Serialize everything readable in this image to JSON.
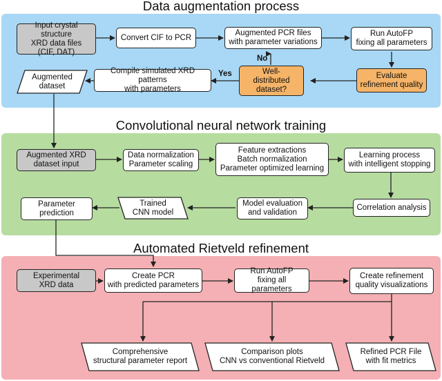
{
  "sections": {
    "augmentation": {
      "title": "Data augmentation process",
      "color": "#a8d8f5",
      "nodes": {
        "input": "Input crystal structure\nXRD data files\n(CIF, DAT)",
        "convert": "Convert CIF to PCR",
        "augmented_pcr": "Augmented PCR files\nwith parameter variations",
        "run_autofp": "Run AutoFP\nfixing all parameters",
        "evaluate": "Evaluate\nrefinement quality",
        "well_distributed": "Well-\ndistributed\ndataset?",
        "compile": "Compile simulated XRD patterns\nwith parameters",
        "augmented_dataset": "Augmented\ndataset"
      },
      "edge_labels": {
        "no": "No",
        "yes": "Yes"
      }
    },
    "cnn": {
      "title": "Convolutional neural network training",
      "color": "#b7dca0",
      "nodes": {
        "augmented_input": "Augmented XRD\ndataset input",
        "normalization": "Data normalization\nParameter scaling",
        "features": "Feature extractions\nBatch normalization\nParameter optimized learning",
        "learning": "Learning process\nwith intelligent stopping",
        "correlation": "Correlation analysis",
        "model_eval": "Model evaluation\nand validation",
        "trained_cnn": "Trained\nCNN model",
        "param_pred": "Parameter\nprediction"
      }
    },
    "rietveld": {
      "title": "Automated Rietveld refinement",
      "color": "#f4b0b4",
      "nodes": {
        "experimental": "Experimental\nXRD data",
        "create_pcr": "Create PCR\nwith predicted parameters",
        "run_autofp": "Run AutoFP\nfixing all parameters",
        "visualizations": "Create refinement\nquality visualizations",
        "report": "Comprehensive\nstructural parameter report",
        "comparison": "Comparison plots\nCNN vs conventional Rietveld",
        "refined_pcr": "Refined PCR File\nwith fit metrics"
      }
    }
  },
  "colors": {
    "gray_node": "#c8c8c8",
    "decision_node": "#f5b468",
    "stroke": "#222222"
  }
}
